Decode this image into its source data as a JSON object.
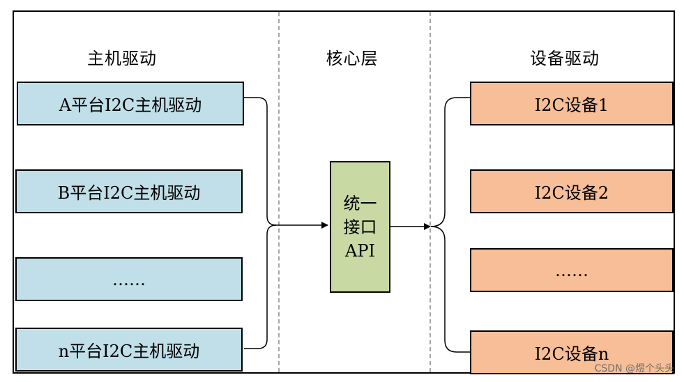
{
  "columns": {
    "host_title": "主机驱动",
    "core_title": "核心层",
    "device_title": "设备驱动"
  },
  "host_drivers": [
    "A平台I2C主机驱动",
    "B平台I2C主机驱动",
    "……",
    "n平台I2C主机驱动"
  ],
  "core": {
    "line1": "统一",
    "line2": "接口",
    "line3": "API"
  },
  "devices": [
    "I2C设备1",
    "I2C设备2",
    "……",
    "I2C设备n"
  ],
  "watermark": "CSDN @煜个头头",
  "colors": {
    "host_fill": "#c0dfe8",
    "core_fill": "#c8d9a3",
    "device_fill": "#f7be97",
    "divider": "#a6a6a6"
  }
}
